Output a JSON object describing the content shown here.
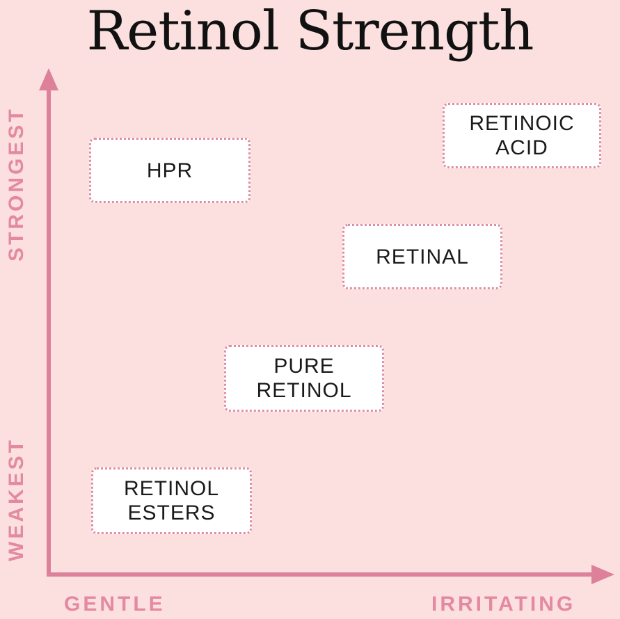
{
  "title": "Retinol Strength",
  "axes": {
    "y_top": "STRONGEST",
    "y_bottom": "WEAKEST",
    "x_left": "GENTLE",
    "x_right": "IRRITATING"
  },
  "colors": {
    "background": "#fbe0df",
    "axis": "#dc8199",
    "axis_label": "#e48aa0",
    "box_border": "#e08ea2",
    "box_fill": "#ffffff",
    "title": "#111111"
  },
  "items": [
    {
      "label": "RETINOIC\nACID"
    },
    {
      "label": "HPR"
    },
    {
      "label": "RETINAL"
    },
    {
      "label": "PURE\nRETINOL"
    },
    {
      "label": "RETINOL\nESTERS"
    }
  ]
}
